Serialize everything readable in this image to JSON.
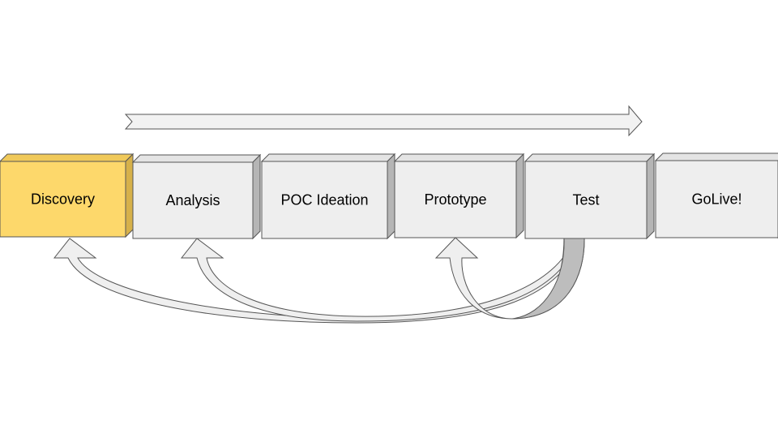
{
  "colors": {
    "highlight_front": "#fdd86b",
    "highlight_top": "#f0c95a",
    "highlight_side": "#d6b14a",
    "stage_front": "#eeeeee",
    "stage_top": "#e4e4e4",
    "stage_side": "#b5b5b5",
    "outline": "#555555"
  },
  "top_arrow": {
    "direction": "right"
  },
  "stages": [
    {
      "label": "Discovery",
      "highlighted": true
    },
    {
      "label": "Analysis",
      "highlighted": false
    },
    {
      "label": "POC Ideation",
      "highlighted": false
    },
    {
      "label": "Prototype",
      "highlighted": false
    },
    {
      "label": "Test",
      "highlighted": false
    },
    {
      "label": "GoLive!",
      "highlighted": false
    }
  ],
  "feedback_arrows": [
    {
      "from": "Test",
      "to": "Discovery"
    },
    {
      "from": "Test",
      "to": "Analysis"
    },
    {
      "from": "Test",
      "to": "Prototype"
    }
  ]
}
